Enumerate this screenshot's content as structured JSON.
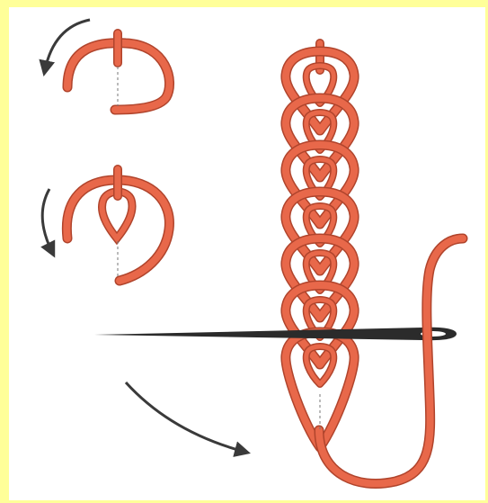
{
  "figure": {
    "colors": {
      "border": "#ffff99",
      "background": "#ffffff",
      "thread": "#e8684a",
      "thread_outline": "#b0442c",
      "needle": "#2b2b2b",
      "arrow": "#3a3a3a",
      "guide": "#777777"
    },
    "steps": [
      {
        "name": "step-1-first-loop",
        "icon": "open-loop"
      },
      {
        "name": "step-2-second-loop",
        "icon": "chained-loop"
      },
      {
        "name": "step-3-chain-with-needle",
        "icon": "chain-stitch-row"
      }
    ]
  }
}
